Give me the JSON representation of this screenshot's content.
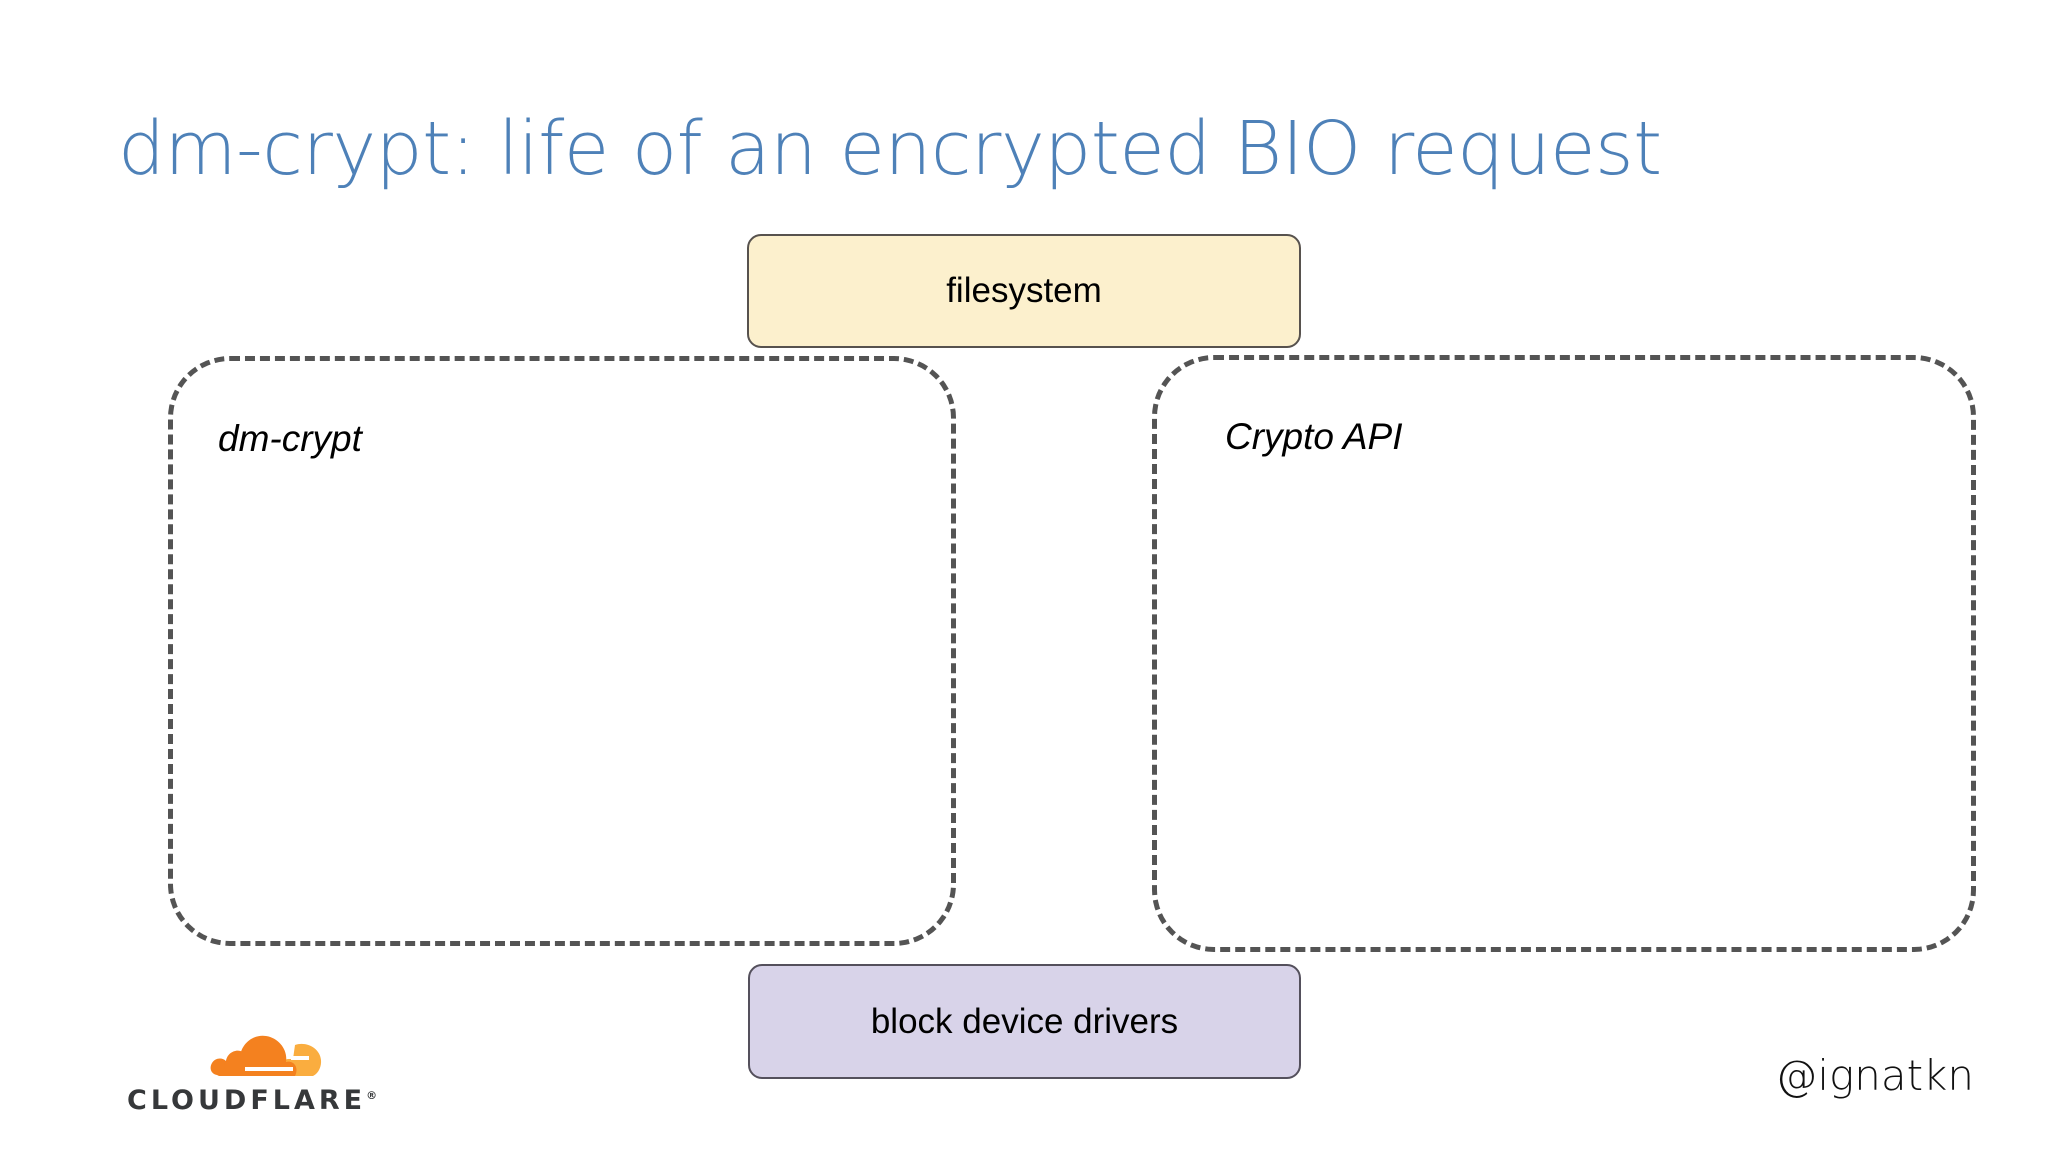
{
  "slide": {
    "title": "dm-crypt: life of an encrypted BIO request",
    "title_color": "#4e81b8",
    "background_color": "#ffffff"
  },
  "diagram": {
    "type": "block-diagram",
    "boxes": [
      {
        "id": "filesystem",
        "label": "filesystem",
        "style": "solid",
        "fill": "#fcf0cd",
        "stroke": "#57524e"
      },
      {
        "id": "dm-crypt",
        "label": "dm-crypt",
        "style": "dashed",
        "fill": "transparent",
        "stroke": "#545454",
        "italic": true
      },
      {
        "id": "crypto-api",
        "label": "Crypto API",
        "style": "dashed",
        "fill": "transparent",
        "stroke": "#545454",
        "italic": true
      },
      {
        "id": "block-device-drivers",
        "label": "block device drivers",
        "style": "solid",
        "fill": "#d8d3e9",
        "stroke": "#54505c"
      }
    ]
  },
  "footer": {
    "logo": {
      "name": "cloudflare-logo",
      "wordmark": "CLOUDFLARE",
      "registered_mark": "®",
      "cloud_color_primary": "#f4811f",
      "cloud_color_secondary": "#faad3f",
      "wordmark_color": "#36383a"
    },
    "handle": "@ignatkn"
  }
}
